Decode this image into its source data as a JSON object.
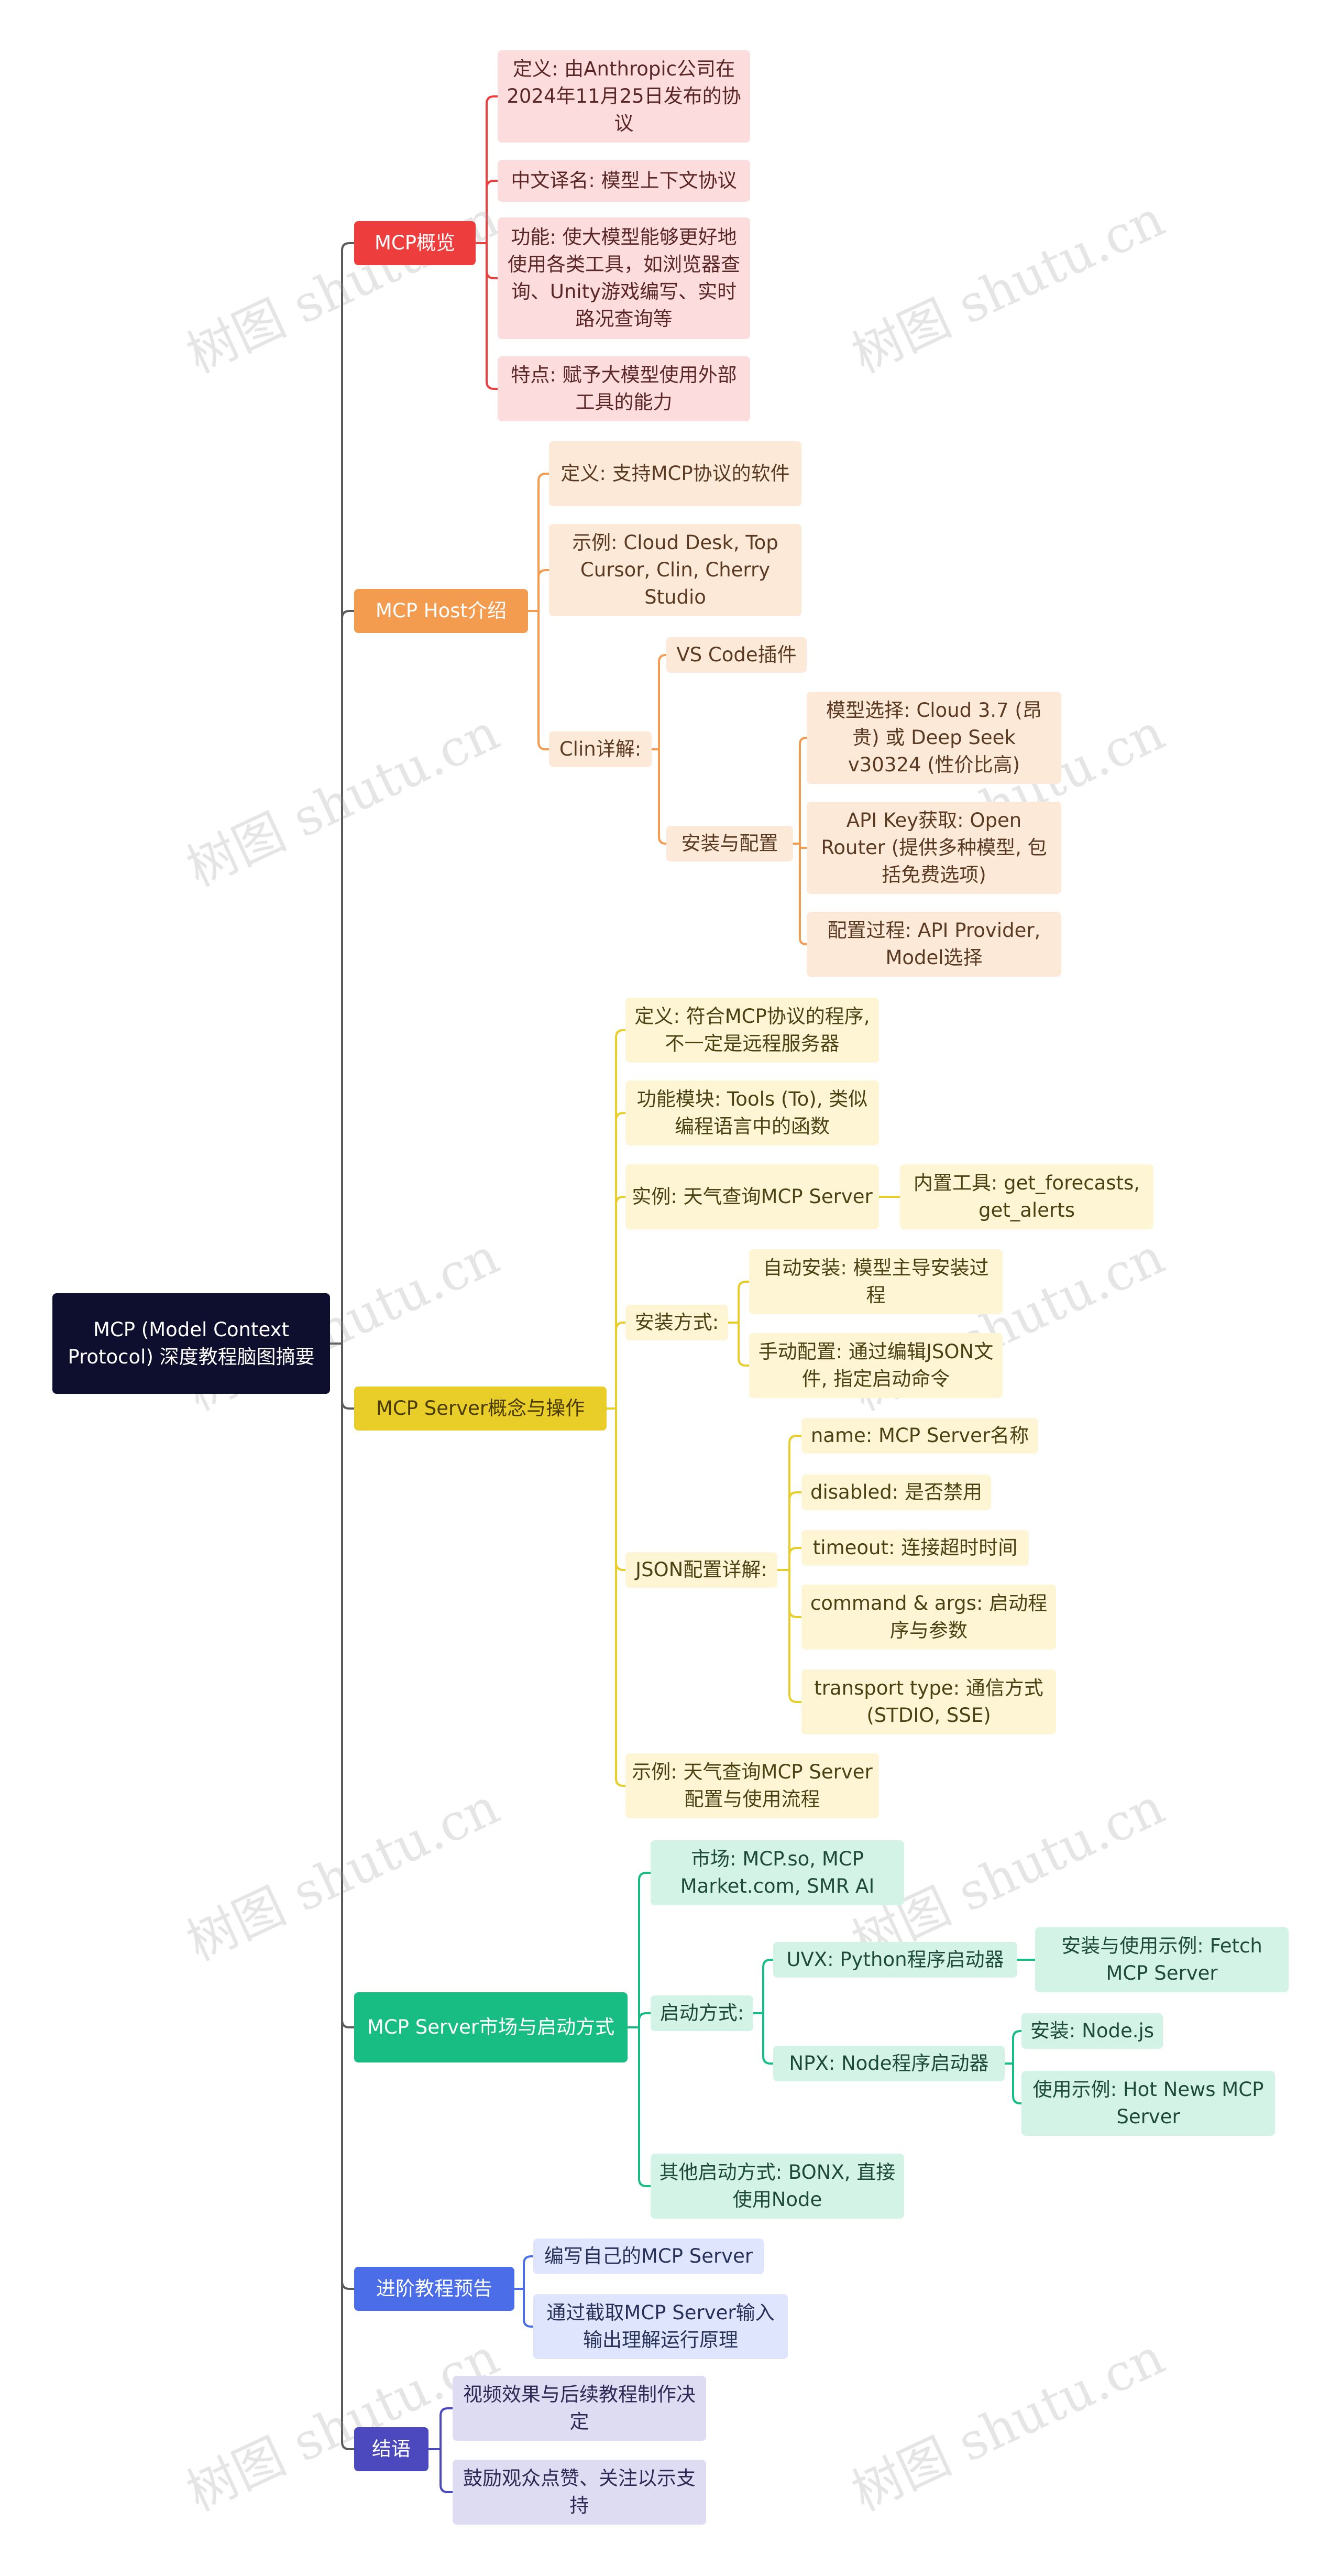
{
  "root": "MCP (Model Context Protocol) 深度教程脑图摘要",
  "watermark": "树图 shutu.cn",
  "colors": {
    "root": "#0e0f2e",
    "overview": "#ee3d3d",
    "host": "#f39c4f",
    "server": "#e9cd29",
    "market": "#17bd82",
    "advanced": "#4b6ee8",
    "conclusion": "#4c48be",
    "root_link": "#5a5a5a"
  },
  "overview": {
    "title": "MCP概览",
    "items": [
      "定义: 由Anthropic公司在2024年11月25日发布的协议",
      "中文译名: 模型上下文协议",
      "功能: 使大模型能够更好地使用各类工具，如浏览器查询、Unity游戏编写、实时路况查询等",
      "特点: 赋予大模型使用外部工具的能力"
    ]
  },
  "host": {
    "title": "MCP Host介绍",
    "definition": "定义: 支持MCP协议的软件",
    "examples": "示例: Cloud Desk, Top Cursor, Clin, Cherry Studio",
    "clin": {
      "title": "Clin详解:",
      "vscode": "VS Code插件",
      "setup": {
        "title": "安装与配置",
        "items": [
          "模型选择: Cloud 3.7 (昂贵) 或 Deep Seek v30324 (性价比高)",
          "API Key获取: Open Router (提供多种模型, 包括免费选项)",
          "配置过程: API Provider, Model选择"
        ]
      }
    }
  },
  "server": {
    "title": "MCP Server概念与操作",
    "definition": "定义: 符合MCP协议的程序, 不一定是远程服务器",
    "module": "功能模块: Tools (To), 类似编程语言中的函数",
    "example": "实例: 天气查询MCP Server",
    "builtin": "内置工具: get_forecasts, get_alerts",
    "install": {
      "title": "安装方式:",
      "auto": "自动安装: 模型主导安装过程",
      "manual": "手动配置: 通过编辑JSON文件, 指定启动命令"
    },
    "json": {
      "title": "JSON配置详解:",
      "items": [
        "name: MCP Server名称",
        "disabled: 是否禁用",
        "timeout: 连接超时时间",
        "command & args: 启动程序与参数",
        "transport type: 通信方式 (STDIO, SSE)"
      ]
    },
    "usage": "示例: 天气查询MCP Server配置与使用流程"
  },
  "market": {
    "title": "MCP Server市场与启动方式",
    "markets": "市场: MCP.so, MCP Market.com, SMR AI",
    "launch": {
      "title": "启动方式:",
      "uvx": "UVX: Python程序启动器",
      "uvx_example": "安装与使用示例: Fetch MCP Server",
      "npx": "NPX: Node程序启动器",
      "npx_install": "安装: Node.js",
      "npx_example": "使用示例: Hot News MCP Server"
    },
    "other": "其他启动方式: BONX, 直接使用Node"
  },
  "advanced": {
    "title": "进阶教程预告",
    "items": [
      "编写自己的MCP Server",
      "通过截取MCP Server输入输出理解运行原理"
    ]
  },
  "conclusion": {
    "title": "结语",
    "items": [
      "视频效果与后续教程制作决定",
      "鼓励观众点赞、关注以示支持"
    ]
  }
}
